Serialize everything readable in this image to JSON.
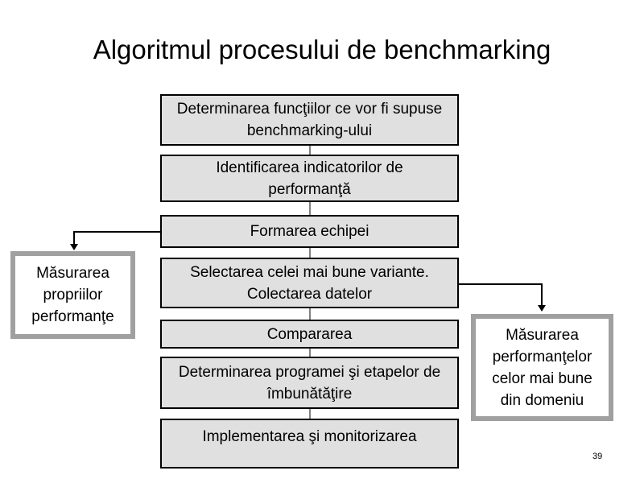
{
  "slide": {
    "title": "Algoritmul procesului de benchmarking",
    "page_number": "39"
  },
  "flow_steps": [
    {
      "label": "Determinarea funcţiilor ce vor fi supuse\nbenchmarking-ului"
    },
    {
      "label": "Identificarea indicatorilor de\nperformanţă"
    },
    {
      "label": "Formarea echipei"
    },
    {
      "label": "Selectarea celei mai bune variante.\nColectarea datelor"
    },
    {
      "label": "Compararea"
    },
    {
      "label": "Determinarea programei şi etapelor de\nîmbunătăţire"
    },
    {
      "label": "Implementarea şi monitorizarea"
    }
  ],
  "side_boxes": {
    "left": {
      "label": "Măsurarea\npropriilor\nperformanţe"
    },
    "right": {
      "label": "Măsurarea\nperformanţelor\ncelor mai bune\ndin domeniu"
    }
  },
  "colors": {
    "box_fill": "#e0e0e0",
    "box_border": "#000000",
    "side_border": "#a0a0a0",
    "line_color": "#808080"
  }
}
